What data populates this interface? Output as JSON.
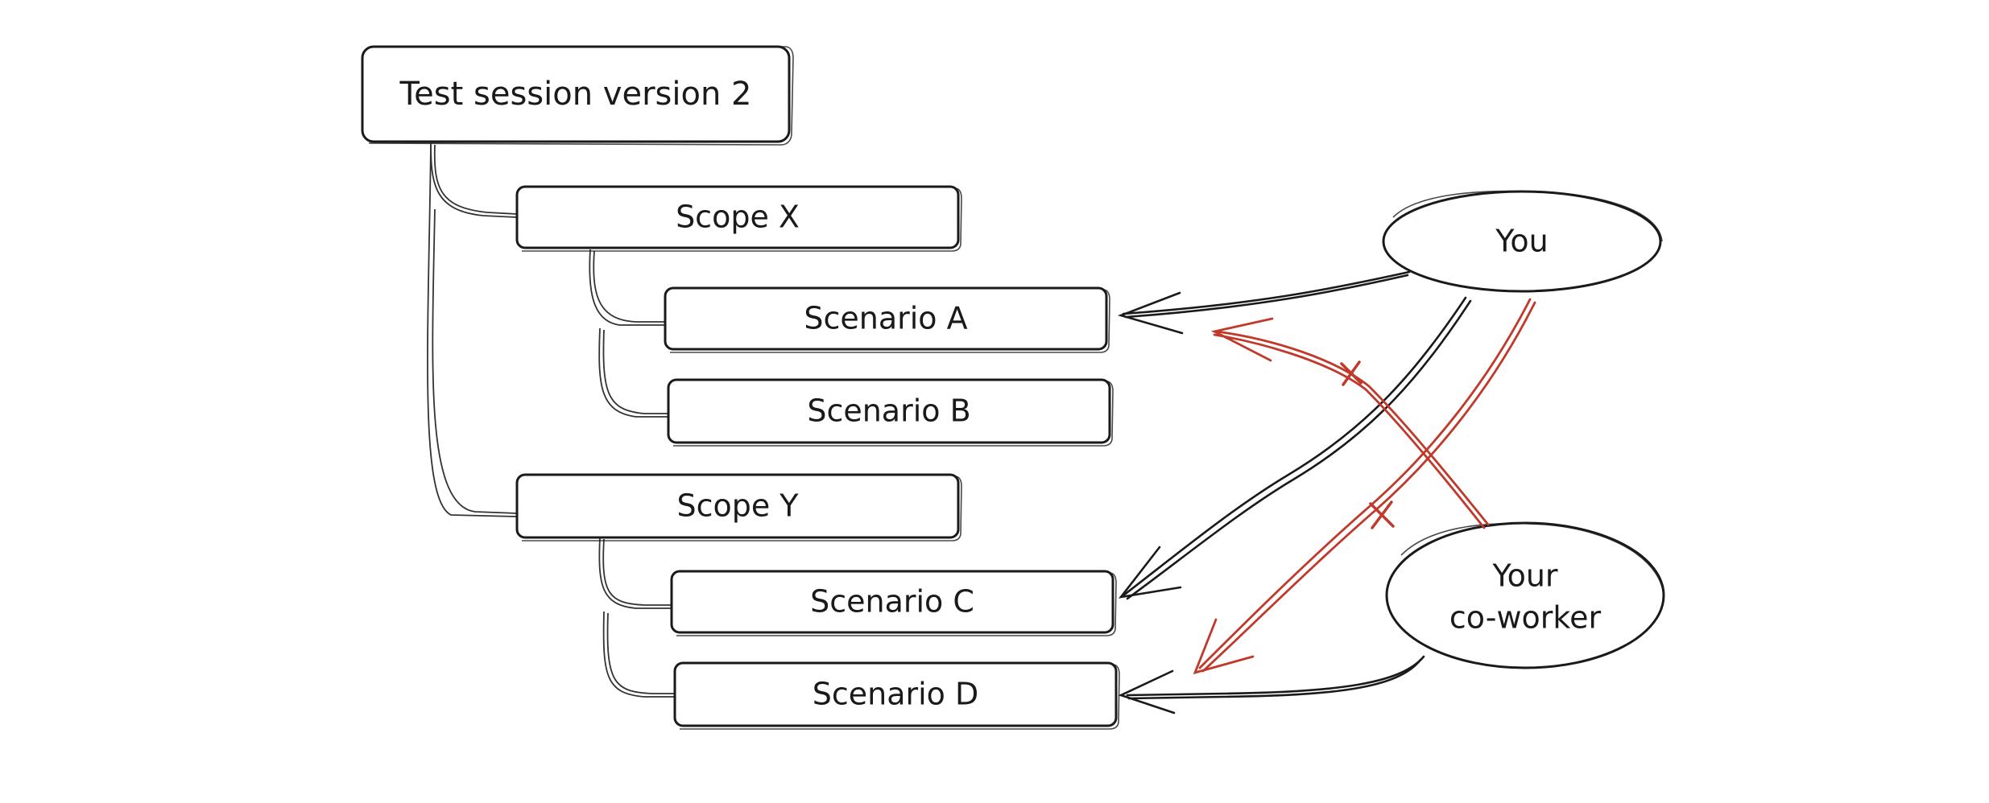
{
  "colors": {
    "ink": "#1a1a1a",
    "forbidden": "#c0392b",
    "background": "#ffffff"
  },
  "nodes": {
    "session": {
      "label": "Test session version 2"
    },
    "scope_x": {
      "label": "Scope X"
    },
    "scenario_a": {
      "label": "Scenario A"
    },
    "scenario_b": {
      "label": "Scenario B"
    },
    "scope_y": {
      "label": "Scope Y"
    },
    "scenario_c": {
      "label": "Scenario C"
    },
    "scenario_d": {
      "label": "Scenario D"
    }
  },
  "actors": {
    "you": {
      "label": "You"
    },
    "coworker": {
      "label_line1": "Your",
      "label_line2": "co-worker"
    }
  },
  "relations": [
    {
      "from": "You",
      "to": "Scenario A",
      "allowed": true
    },
    {
      "from": "You",
      "to": "Scenario C",
      "allowed": true
    },
    {
      "from": "You",
      "to": "Scenario D",
      "allowed": false
    },
    {
      "from": "Your co-worker",
      "to": "Scenario D",
      "allowed": true
    },
    {
      "from": "Your co-worker",
      "to": "Scenario A",
      "allowed": false
    }
  ]
}
